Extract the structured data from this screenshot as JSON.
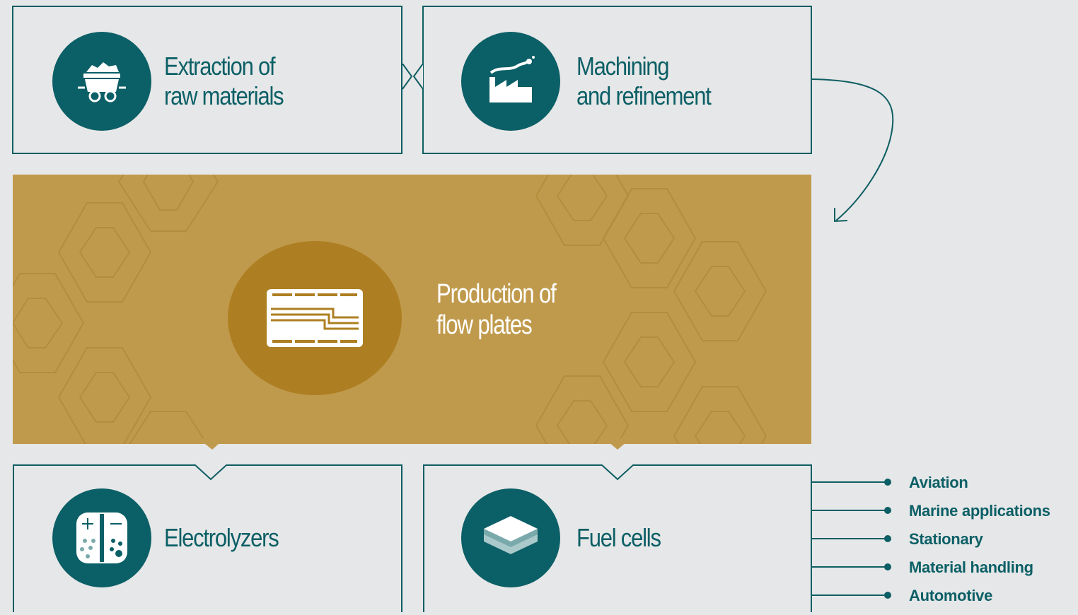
{
  "steps": {
    "extraction": {
      "line1": "Extraction of",
      "line2": "raw materials",
      "icon": "mine-cart-icon"
    },
    "machining": {
      "line1": "Machining",
      "line2": "and refinement",
      "icon": "factory-icon"
    },
    "production": {
      "line1": "Production of",
      "line2": "flow plates",
      "icon": "flow-plate-icon"
    },
    "electrolyzers": {
      "label": "Electrolyzers",
      "icon": "electrolysis-icon"
    },
    "fuel_cells": {
      "label": "Fuel cells",
      "icon": "stacked-layers-icon"
    }
  },
  "applications": [
    "Aviation",
    "Marine applications",
    "Stationary",
    "Material handling",
    "Automotive"
  ],
  "colors": {
    "teal": "#0b5f66",
    "gold_band": "#c09a4c",
    "gold_circle": "#ad7f22",
    "background": "#e6e7e8"
  }
}
